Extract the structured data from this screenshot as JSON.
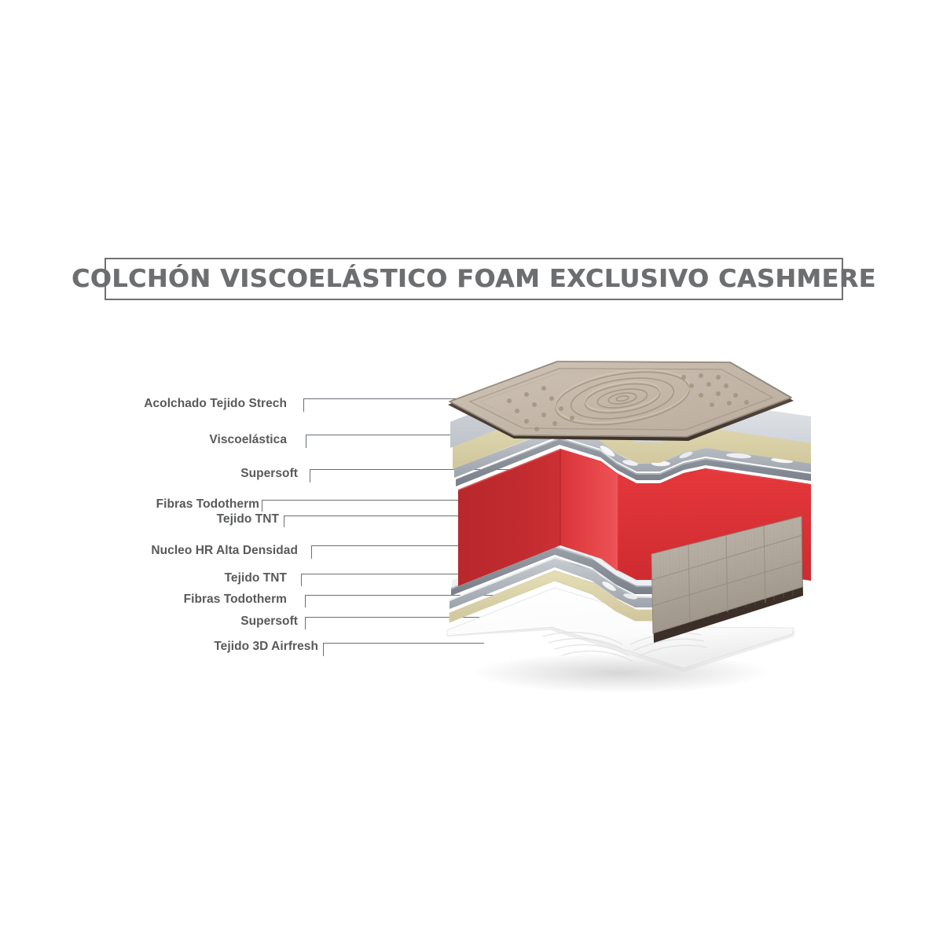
{
  "title": {
    "text": "COLCHÓN VISCOELÁSTICO FOAM EXCLUSIVO CASHMERE"
  },
  "labels": [
    {
      "id": "acolchado-tejido-strech",
      "text": "Acolchado Tejido Strech"
    },
    {
      "id": "viscoelastica",
      "text": "Viscoelástica"
    },
    {
      "id": "supersoft-top",
      "text": "Supersoft"
    },
    {
      "id": "fibras-todotherm-top",
      "text": "Fibras Todotherm"
    },
    {
      "id": "tejido-tnt-top",
      "text": "Tejido TNT"
    },
    {
      "id": "nucleo-hr-alta-densidad",
      "text": "Nucleo HR Alta Densidad"
    },
    {
      "id": "tejido-tnt-bottom",
      "text": "Tejido TNT"
    },
    {
      "id": "fibras-todotherm-bottom",
      "text": "Fibras Todotherm"
    },
    {
      "id": "supersoft-bottom",
      "text": "Supersoft"
    },
    {
      "id": "tejido-3d-airfresh",
      "text": "Tejido 3D Airfresh"
    }
  ],
  "colors": {
    "title_text": "#6d6e70",
    "title_border": "#6f7072",
    "label_text": "#58595b",
    "leader_line": "#6a6f75",
    "quilted_top": "#c9bdb0",
    "quilted_top_edge": "#4a4038",
    "viscoelastic_white": "#ffffff",
    "viscoelastic_shadow": "#d2d4d8",
    "supersoft_cream": "#ece6c2",
    "supersoft_shadow": "#cfc9a4",
    "fibras_silver": "#b9bdc4",
    "fibras_highlight": "#eef1f4",
    "tnt_grey": "#9a9ea4",
    "core_red": "#e23b3e",
    "core_red_dark": "#b82a2c",
    "core_red_mid": "#d5333a",
    "side_panel": "#b3aaa1",
    "side_panel_dark": "#3b2f28",
    "base_white": "#fdfdfd",
    "base_shadow": "#e4e4e4"
  },
  "diagram": {
    "name": "exploded-mattress-layers",
    "type": "exploded-isometric-cutaway",
    "layer_order_top_to_bottom": [
      "Acolchado Tejido Strech",
      "Viscoelástica",
      "Supersoft",
      "Fibras Todotherm",
      "Tejido TNT",
      "Nucleo HR Alta Densidad",
      "Tejido TNT",
      "Fibras Todotherm",
      "Supersoft",
      "Tejido 3D Airfresh"
    ]
  }
}
